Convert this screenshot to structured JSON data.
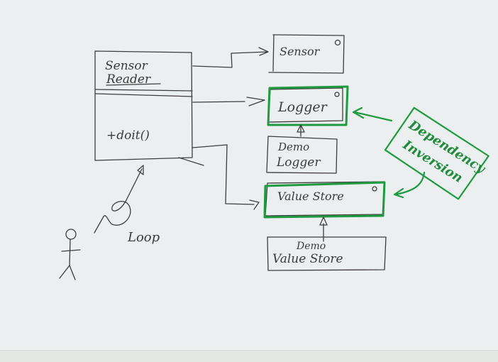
{
  "diagram": {
    "type": "hand-drawn UML class diagram",
    "colors": {
      "pen": "#3f3c3c",
      "highlight": "#1f9a40",
      "paper": "#eceff0"
    },
    "classes": [
      {
        "id": "sensor-reader",
        "name_line1": "Sensor",
        "name_line2": "Reader",
        "method": "+doit()"
      },
      {
        "id": "sensor",
        "name": "Sensor",
        "interface_marker": "o"
      },
      {
        "id": "logger",
        "name": "Logger",
        "interface_marker": "o",
        "highlighted": true
      },
      {
        "id": "demo-logger",
        "name_line1": "Demo",
        "name_line2": "Logger"
      },
      {
        "id": "value-store",
        "name": "Value Store",
        "interface_marker": "o",
        "highlighted": true
      },
      {
        "id": "demo-value-store",
        "name_line1": "Demo",
        "name_line2": "Value Store"
      }
    ],
    "actor": {
      "label": ""
    },
    "loop_label": "Loop",
    "note": {
      "line1": "Dependency",
      "line2": "Inversion"
    }
  }
}
